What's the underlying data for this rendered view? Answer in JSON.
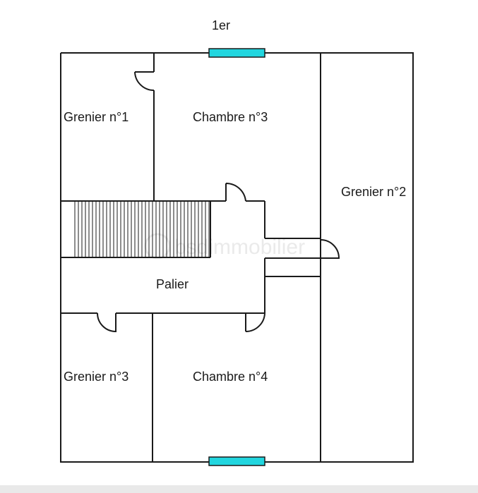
{
  "floor_label": "1er",
  "rooms": {
    "grenier_1": "Grenier n°1",
    "chambre_3": "Chambre n°3",
    "grenier_2": "Grenier n°2",
    "palier": "Palier",
    "grenier_3": "Grenier n°3",
    "chambre_4": "Chambre n°4"
  },
  "watermark": "bsdimmobilier",
  "colors": {
    "window": "#22d6df",
    "wall": "#1a1a1a"
  }
}
